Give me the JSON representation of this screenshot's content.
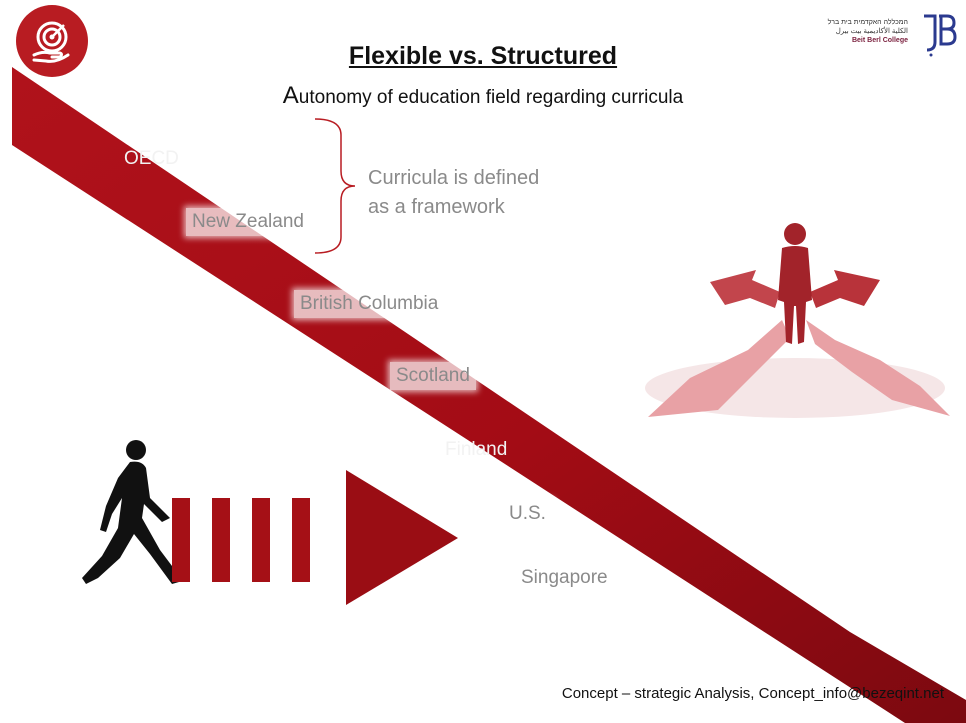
{
  "header": {
    "title": "Flexible vs. Structured",
    "subtitle_first": "A",
    "subtitle_rest": "utonomy of education field regarding curricula"
  },
  "countries": [
    "OECD",
    "New Zealand",
    "British Columbia",
    "Scotland",
    "Finland",
    "U.S.",
    "Singapore"
  ],
  "bracket_note": {
    "line1": "Curricula is defined",
    "line2": "as a framework"
  },
  "logo": {
    "line1": "המכללה האקדמית בית ברל",
    "line2": "الكلية الأكاديمية بيت بيرل",
    "line3": "Beit Berl College"
  },
  "footer": "Concept – strategic Analysis, Concept_info@bezeqint.net",
  "colors": {
    "band": "#a60d16",
    "band_dark": "#7a0a10",
    "arrows_light": "#d9777c",
    "arrows_mid": "#b8333a",
    "icon_circle": "#b81c22"
  },
  "icons": [
    "target-hand-icon",
    "beit-berl-logo",
    "walking-person-icon",
    "forward-arrow-icon",
    "person-choices-icon"
  ]
}
